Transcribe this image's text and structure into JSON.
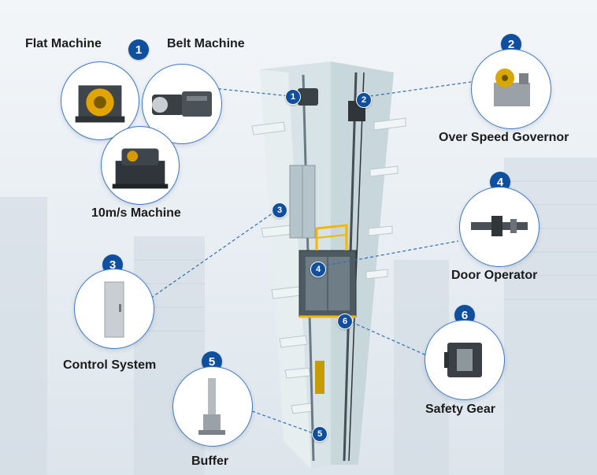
{
  "components": [
    {
      "number": "1",
      "labels": [
        "Flat Machine",
        "Belt Machine",
        "10m/s Machine"
      ]
    },
    {
      "number": "2",
      "labels": [
        "Over Speed Governor"
      ]
    },
    {
      "number": "3",
      "labels": [
        "Control System"
      ]
    },
    {
      "number": "4",
      "labels": [
        "Door Operator"
      ]
    },
    {
      "number": "5",
      "labels": [
        "Buffer"
      ]
    },
    {
      "number": "6",
      "labels": [
        "Safety Gear"
      ]
    }
  ],
  "colors": {
    "badge": "#0f4f9e",
    "circle_border": "#3d78c5",
    "leader_line": "#2f6db8",
    "shaft": "#dfe9ed",
    "car_frame": "#f2b705"
  },
  "icons": [
    "flat-machine-icon",
    "belt-machine-icon",
    "high-speed-machine-icon",
    "governor-icon",
    "control-cabinet-icon",
    "door-operator-icon",
    "buffer-icon",
    "safety-gear-icon"
  ]
}
